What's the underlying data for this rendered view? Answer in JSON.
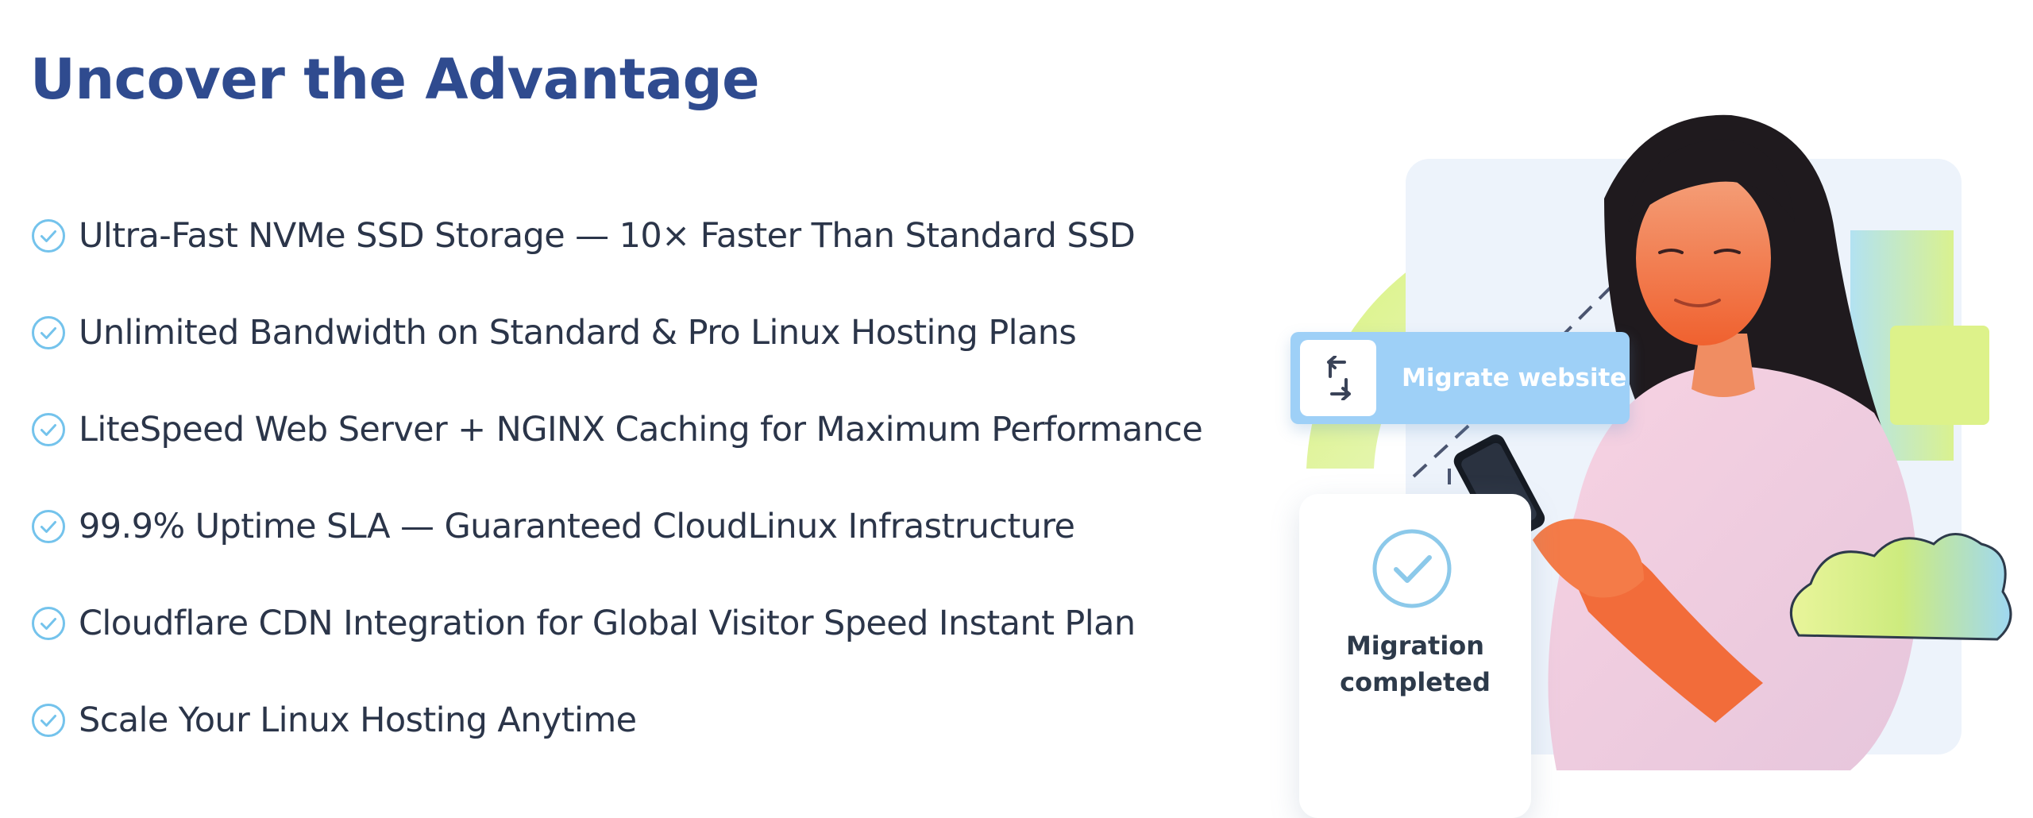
{
  "heading": "Uncover the Advantage",
  "features": [
    "Ultra-Fast NVMe SSD Storage — 10× Faster Than Standard SSD",
    "Unlimited Bandwidth on Standard & Pro Linux Hosting Plans",
    "LiteSpeed Web Server + NGINX Caching for Maximum Performance",
    "99.9% Uptime SLA — Guaranteed CloudLinux Infrastructure",
    "Cloudflare CDN Integration for Global Visitor Speed Instant Plan",
    "Scale Your Linux Hosting Anytime"
  ],
  "hero": {
    "migrate_label": "Migrate website",
    "migration_status_line1": "Migration",
    "migration_status_line2": "completed"
  },
  "colors": {
    "heading": "#2f4b8f",
    "text": "#2b3549",
    "check_icon": "#74c3ec",
    "migrate_bar": "#9ed0f7",
    "gradient_green": "#d8f27a",
    "gradient_blue": "#9fd8f2"
  },
  "icons": {
    "feature": "check-circle-icon",
    "migrate": "swap-arrows-icon",
    "status": "check-circle-icon"
  }
}
